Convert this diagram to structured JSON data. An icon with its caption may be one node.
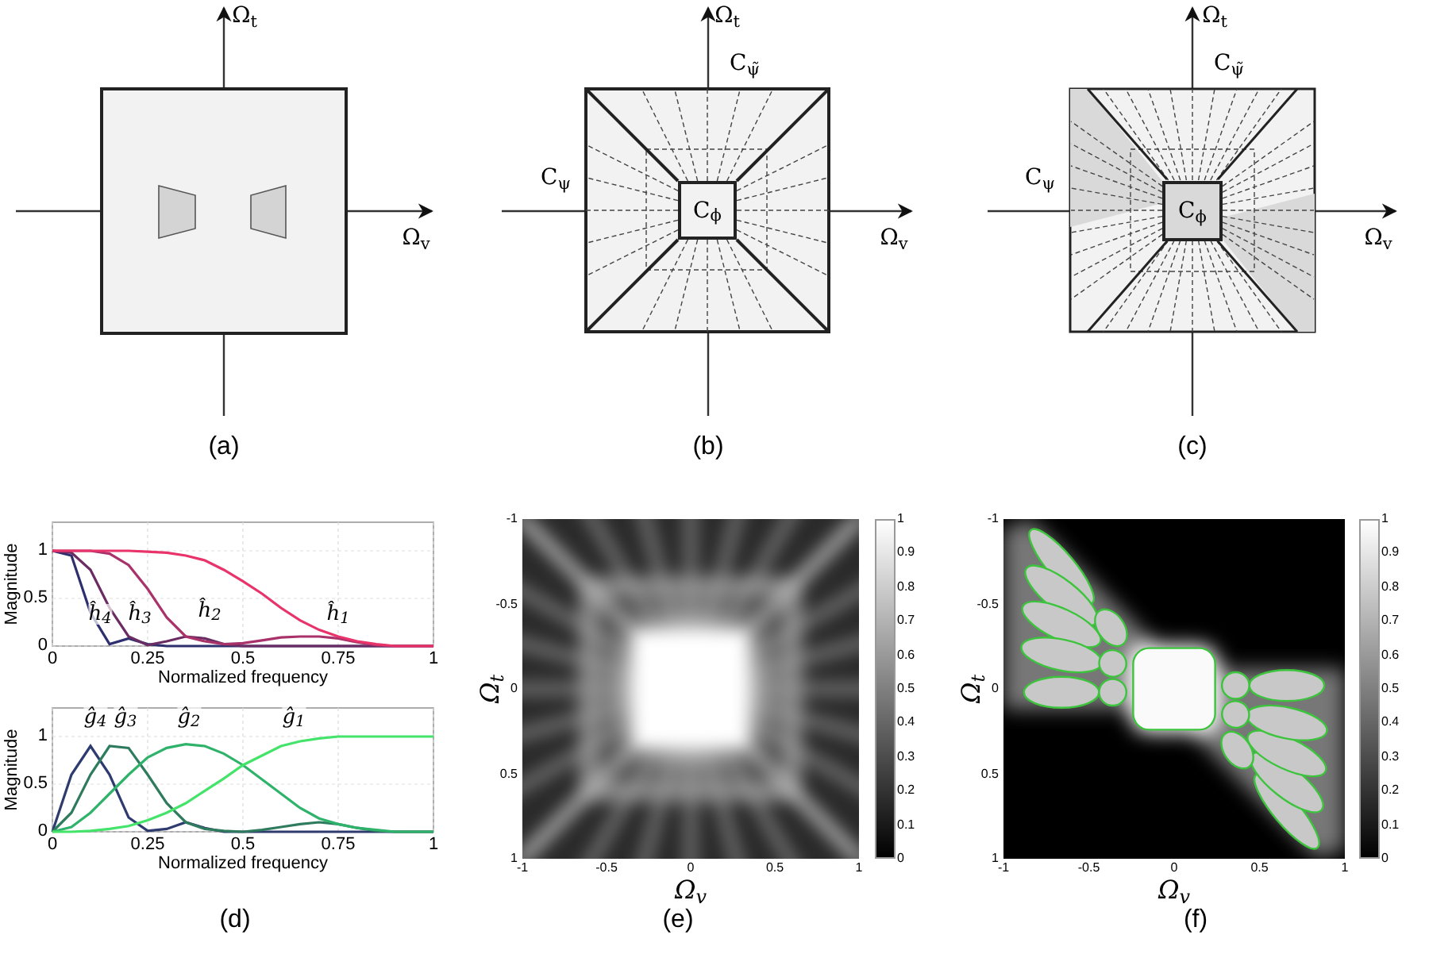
{
  "diagram": {
    "nodes": [
      {
        "text": [
          "C$_{ϕ}$"
        ]
      },
      {
        "text": [
          "C$_{ϕ}$"
        ]
      }
    ],
    "labels": [
      "Ω$_{t}$",
      "Ω$_{v}$",
      "(a)",
      "Ω$_{t}$",
      "C$_{ψ̃}$",
      "C$_{ψ}$",
      "Ω$_{v}$",
      "(b)",
      "Ω$_{t}$",
      "C$_{ψ̃}$",
      "C$_{ψ}$",
      "Ω$_{v}$",
      "(c)",
      "-1",
      "-0.5",
      "0",
      "0.5",
      "1",
      "-1",
      "-0.5",
      "0",
      "0.5",
      "1",
      "Ω$_{v}$",
      "Ω$_{t}$",
      "1",
      "0.9",
      "0.8",
      "0.7",
      "0.6",
      "0.5",
      "0.4",
      "0.3",
      "0.2",
      "0.1",
      "0",
      "-1",
      "-0.5",
      "0",
      "0.5",
      "1",
      "-1",
      "-0.5",
      "0",
      "0.5",
      "1",
      "Ω$_{v}$",
      "Ω$_{t}$",
      "1",
      "0.9",
      "0.8",
      "0.7",
      "0.6",
      "0.5",
      "0.4",
      "0.3",
      "0.2",
      "0.1",
      "0",
      "(d)",
      "(e)",
      "(f)"
    ],
    "chart_data": [
      {
        "type": "line",
        "grid": true,
        "xlabel": "Normalized frequency",
        "ylabel": "Magnitude",
        "xlim": [
          0,
          1
        ],
        "ylim": [
          0,
          1.3
        ],
        "xticks": [
          0,
          0.25,
          0.5,
          0.75,
          1
        ],
        "yticks": [
          0,
          0.5,
          1
        ],
        "x": [
          0,
          0.05,
          0.1,
          0.15,
          0.2,
          0.25,
          0.3,
          0.35,
          0.4,
          0.45,
          0.5,
          0.55,
          0.6,
          0.65,
          0.7,
          0.75,
          0.8,
          0.85,
          0.9,
          0.95,
          1
        ],
        "series": [
          {
            "name": "ĥ$_{4}$",
            "color": "#2e2f6e",
            "values": [
              1,
              0.95,
              0.35,
              0.02,
              0.08,
              0.02,
              0,
              0,
              0,
              0,
              0,
              0,
              0,
              0,
              0,
              0,
              0,
              0,
              0,
              0,
              0
            ]
          },
          {
            "name": "ĥ$_{3}$",
            "color": "#6a2c63",
            "values": [
              1,
              0.98,
              0.8,
              0.4,
              0.1,
              0.01,
              0.05,
              0.1,
              0.08,
              0.02,
              0,
              0,
              0,
              0,
              0,
              0,
              0,
              0,
              0,
              0,
              0
            ]
          },
          {
            "name": "ĥ$_{2}$",
            "color": "#a9326a",
            "values": [
              1,
              1,
              1,
              0.97,
              0.85,
              0.6,
              0.3,
              0.1,
              0.05,
              0.02,
              0.03,
              0.06,
              0.09,
              0.1,
              0.1,
              0.08,
              0.04,
              0.01,
              0,
              0,
              0
            ]
          },
          {
            "name": "ĥ$_{1}$",
            "color": "#e8336b",
            "values": [
              1,
              1,
              1,
              1,
              1,
              0.99,
              0.98,
              0.95,
              0.9,
              0.8,
              0.68,
              0.55,
              0.4,
              0.27,
              0.17,
              0.1,
              0.05,
              0.02,
              0,
              0,
              0
            ]
          }
        ]
      },
      {
        "type": "line",
        "grid": true,
        "xlabel": "Normalized frequency",
        "ylabel": "Magnitude",
        "xlim": [
          0,
          1
        ],
        "ylim": [
          0,
          1.3
        ],
        "xticks": [
          0,
          0.25,
          0.5,
          0.75,
          1
        ],
        "yticks": [
          0,
          0.5,
          1
        ],
        "x": [
          0,
          0.05,
          0.1,
          0.15,
          0.2,
          0.25,
          0.3,
          0.35,
          0.4,
          0.45,
          0.5,
          0.55,
          0.6,
          0.65,
          0.7,
          0.75,
          0.8,
          0.85,
          0.9,
          0.95,
          1
        ],
        "series": [
          {
            "name": "ĝ$_{4}$",
            "color": "#2e3b6e",
            "values": [
              0,
              0.6,
              0.9,
              0.6,
              0.15,
              0.01,
              0.03,
              0.1,
              0.04,
              0,
              0,
              0,
              0,
              0,
              0,
              0,
              0,
              0,
              0,
              0,
              0
            ]
          },
          {
            "name": "ĝ$_{3}$",
            "color": "#2f7b5e",
            "values": [
              0,
              0.2,
              0.6,
              0.9,
              0.88,
              0.6,
              0.3,
              0.1,
              0.03,
              0.01,
              0,
              0.02,
              0.05,
              0.08,
              0.1,
              0.08,
              0.04,
              0.01,
              0,
              0,
              0
            ]
          },
          {
            "name": "ĝ$_{2}$",
            "color": "#2fb36a",
            "values": [
              0,
              0.05,
              0.2,
              0.4,
              0.6,
              0.78,
              0.88,
              0.92,
              0.9,
              0.82,
              0.7,
              0.55,
              0.4,
              0.25,
              0.14,
              0.08,
              0.04,
              0.02,
              0,
              0,
              0
            ]
          },
          {
            "name": "ĝ$_{1}$",
            "color": "#44e36a",
            "values": [
              0,
              0,
              0.01,
              0.03,
              0.06,
              0.12,
              0.2,
              0.3,
              0.43,
              0.56,
              0.7,
              0.8,
              0.9,
              0.95,
              0.98,
              1,
              1,
              1,
              1,
              1,
              1
            ]
          }
        ]
      }
    ]
  }
}
